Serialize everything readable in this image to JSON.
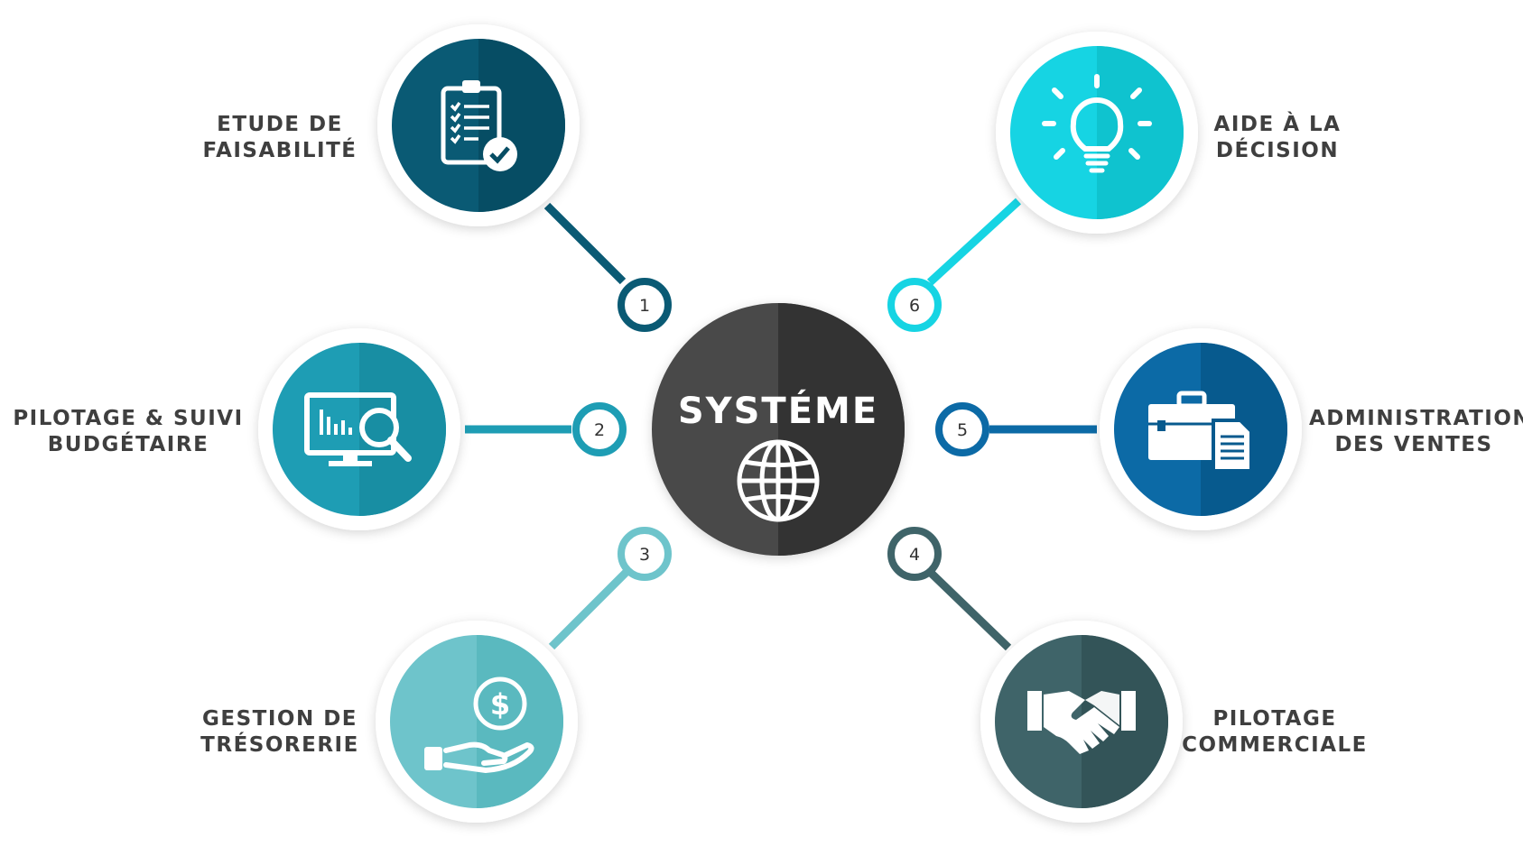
{
  "center": {
    "title": "SYSTÉME",
    "icon": "globe-icon"
  },
  "nodes": [
    {
      "number": "1",
      "label_lines": [
        "ETUDE DE",
        "FAISABILITÉ"
      ],
      "icon": "clipboard-check-icon",
      "color": "#0a5a74",
      "color_dark": "#064d64"
    },
    {
      "number": "2",
      "label_lines": [
        "PILOTAGE & SUIVI",
        "BUDGÉTAIRE"
      ],
      "icon": "monitor-search-icon",
      "color": "#1e9db4",
      "color_dark": "#188ea3"
    },
    {
      "number": "3",
      "label_lines": [
        "GESTION DE",
        "TRÉSORERIE"
      ],
      "icon": "hand-dollar-icon",
      "color": "#6ec4cb",
      "color_dark": "#5ab9bf"
    },
    {
      "number": "4",
      "label_lines": [
        "PILOTAGE",
        "COMMERCIALE"
      ],
      "icon": "handshake-icon",
      "color": "#3f6469",
      "color_dark": "#335458"
    },
    {
      "number": "5",
      "label_lines": [
        "ADMINISTRATION",
        "DES VENTES"
      ],
      "icon": "briefcase-document-icon",
      "color": "#0c6aa6",
      "color_dark": "#075a8e"
    },
    {
      "number": "6",
      "label_lines": [
        "AIDE À LA",
        "DÉCISION"
      ],
      "icon": "lightbulb-icon",
      "color": "#16d4e3",
      "color_dark": "#0fc3cf"
    }
  ]
}
